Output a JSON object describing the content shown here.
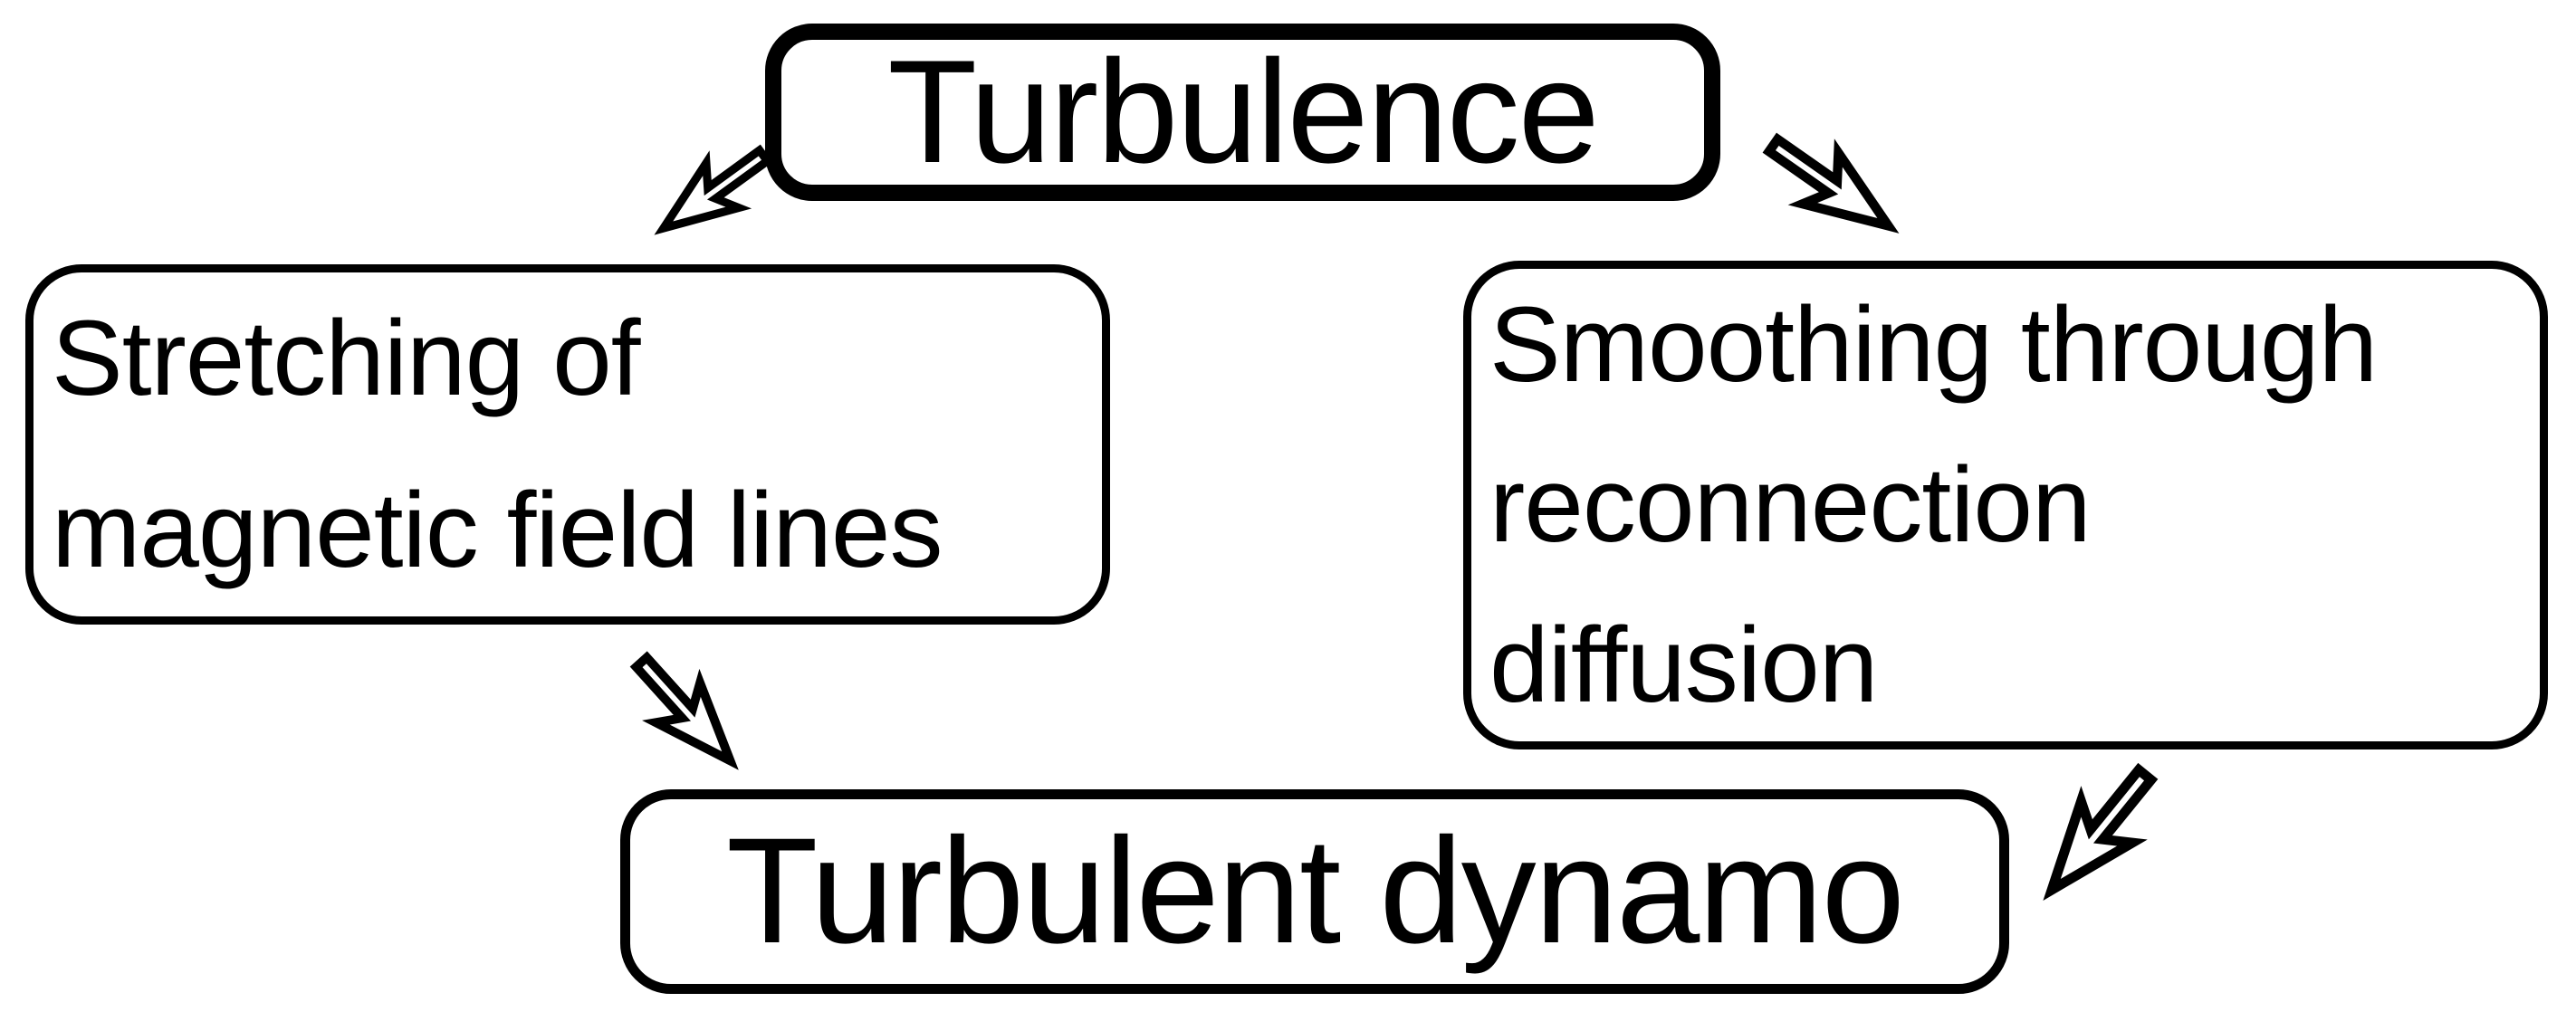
{
  "colors": {
    "ink": "#000000",
    "background": "#ffffff"
  },
  "nodes": {
    "turbulence": {
      "label": "Turbulence",
      "border": "thick"
    },
    "stretching": {
      "lines": [
        "Stretching of",
        "magnetic field lines"
      ],
      "border": "thin"
    },
    "smoothing": {
      "lines": [
        "Smoothing through",
        "reconnection",
        "diffusion"
      ],
      "border": "thin"
    },
    "dynamo": {
      "label": "Turbulent dynamo",
      "border": "thin"
    }
  },
  "edges": [
    {
      "from": "turbulence",
      "to": "stretching",
      "direction": "down-left",
      "style": "hollow-outline-arrow"
    },
    {
      "from": "turbulence",
      "to": "smoothing",
      "direction": "down-right",
      "style": "hollow-outline-arrow"
    },
    {
      "from": "stretching",
      "to": "dynamo",
      "direction": "down-right",
      "style": "hollow-outline-arrow"
    },
    {
      "from": "smoothing",
      "to": "dynamo",
      "direction": "down-left",
      "style": "hollow-outline-arrow"
    }
  ]
}
